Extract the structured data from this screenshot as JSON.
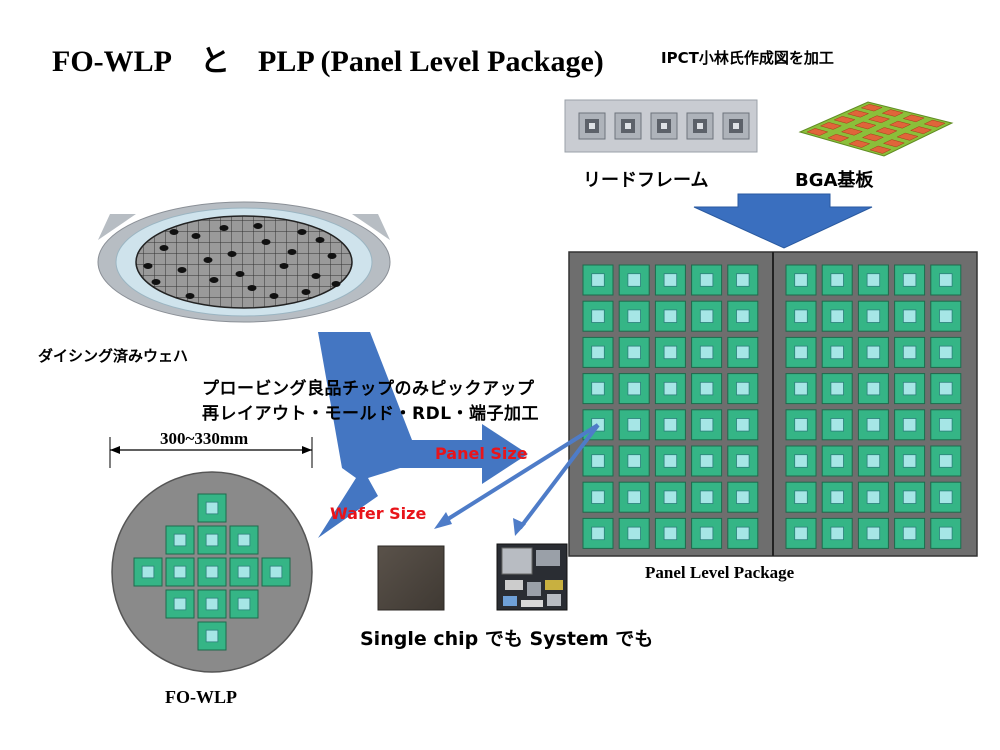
{
  "title": {
    "part1": "FO-WLP",
    "conj": "と",
    "part2": "PLP (Panel Level Package)",
    "credit": "IPCT小林氏作成図を加工"
  },
  "labels": {
    "lead_frame": "リードフレーム",
    "bga_substrate": "BGA基板",
    "diced_wafer": "ダイシング済みウェハ",
    "process_line1": "プロービング良品チップのみピックアップ",
    "process_line2": "再レイアウト・モールド・RDL・端子加工",
    "wafer_dimension": "300~330mm",
    "panel_size": "Panel Size",
    "wafer_size": "Wafer Size",
    "panel_level_package": "Panel Level Package",
    "fowlp": "FO-WLP",
    "single_chip_system": "Single chip でも System でも"
  },
  "colors": {
    "arrow_blue": "#3a6fbf",
    "red_label": "#e8141a",
    "panel_bg": "#6e6e6e",
    "cell_green": "#35b586",
    "chip_cyan": "#a6e6e6",
    "wafer_disk": "#8a8a8a",
    "wafer_ring": "#cfe3ec"
  },
  "panel": {
    "halves": 2,
    "rows": 8,
    "cols_per_half": 5
  },
  "fowlp_pattern_rows": [
    [
      0,
      0,
      1,
      0,
      0
    ],
    [
      0,
      1,
      1,
      1,
      0
    ],
    [
      1,
      1,
      1,
      1,
      1
    ],
    [
      0,
      1,
      1,
      1,
      0
    ],
    [
      0,
      0,
      1,
      0,
      0
    ]
  ]
}
